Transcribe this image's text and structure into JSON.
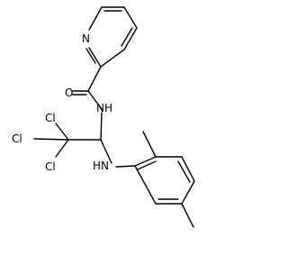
{
  "molecule": {
    "atoms": {
      "pyridine_n": "N",
      "carbonyl_o": "O",
      "amide_nh": "NH",
      "aryl_nh": "HN",
      "cl_top": "Cl",
      "cl_left": "Cl",
      "cl_bottom": "Cl"
    }
  },
  "colors": {
    "bond": "#000000",
    "label": "#000000",
    "background": "#ffffff"
  }
}
